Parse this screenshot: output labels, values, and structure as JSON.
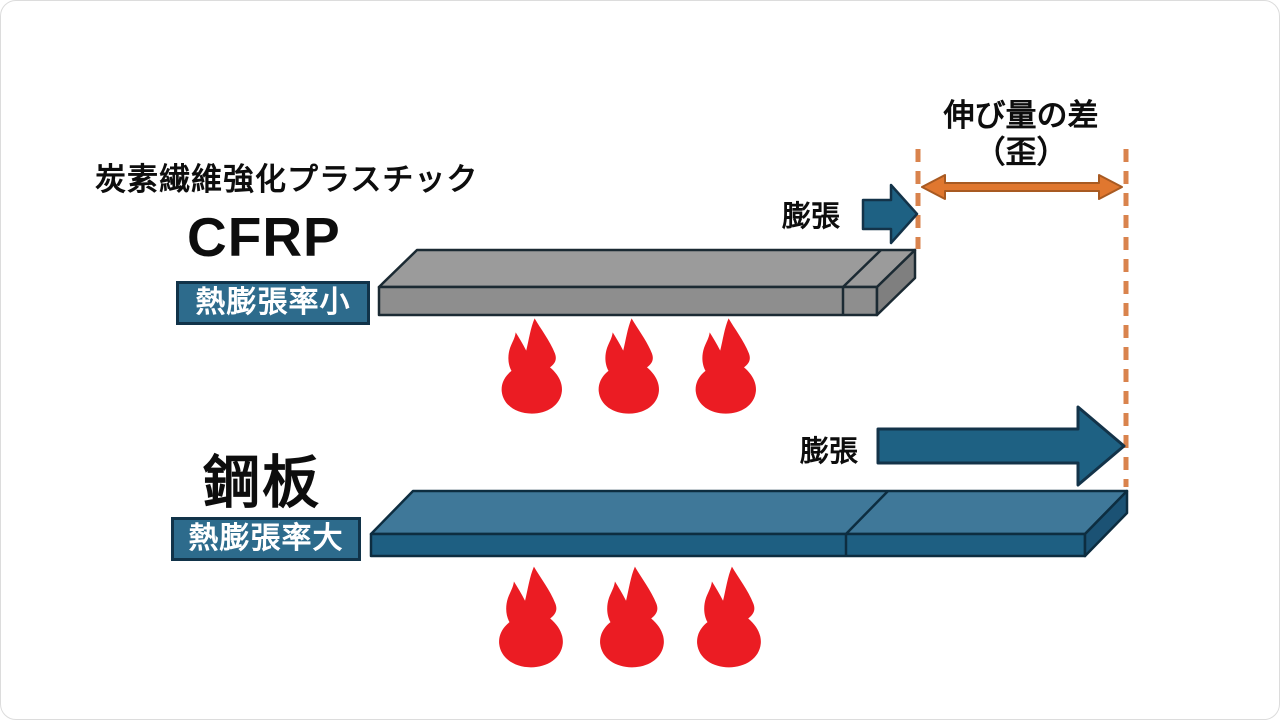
{
  "cfrp": {
    "subtitle": "炭素繊維強化プラスチック",
    "title": "CFRP",
    "badge": "熱膨張率小",
    "expansion_label": "膨張"
  },
  "steel": {
    "title": "鋼板",
    "badge": "熱膨張率大",
    "expansion_label": "膨張"
  },
  "gap": {
    "label_line1": "伸び量の差",
    "label_line2": "（歪）"
  },
  "colors": {
    "badge_bg": "#2d6b8c",
    "badge_border": "#113349",
    "arrow_teal": "#1e6183",
    "arrow_teal_border": "#133349",
    "steel_top": "#3f7899",
    "steel_front": "#1e5f82",
    "steel_side": "#1b5274",
    "steel_outline": "#0d2d40",
    "cfrp_top": "#9b9b9b",
    "cfrp_front": "#8e8e8e",
    "cfrp_side": "#7f7f7f",
    "cfrp_outline": "#1b2a33",
    "flame_red": "#eb1c23",
    "orange_arrow": "#e0772f",
    "orange_arrow_border": "#a85a22",
    "dash_orange": "#d9834d"
  }
}
